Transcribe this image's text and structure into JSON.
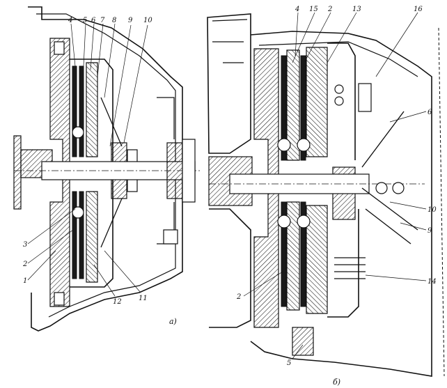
{
  "figure": {
    "captions": {
      "a": "a)",
      "b": "б)"
    },
    "view_a_labels": [
      "4",
      "5",
      "6",
      "7",
      "8",
      "9",
      "10",
      "3",
      "2",
      "1",
      "12",
      "11"
    ],
    "view_b_labels": [
      "4",
      "15",
      "2",
      "13",
      "16",
      "6",
      "10",
      "9",
      "14",
      "2",
      "5"
    ]
  }
}
